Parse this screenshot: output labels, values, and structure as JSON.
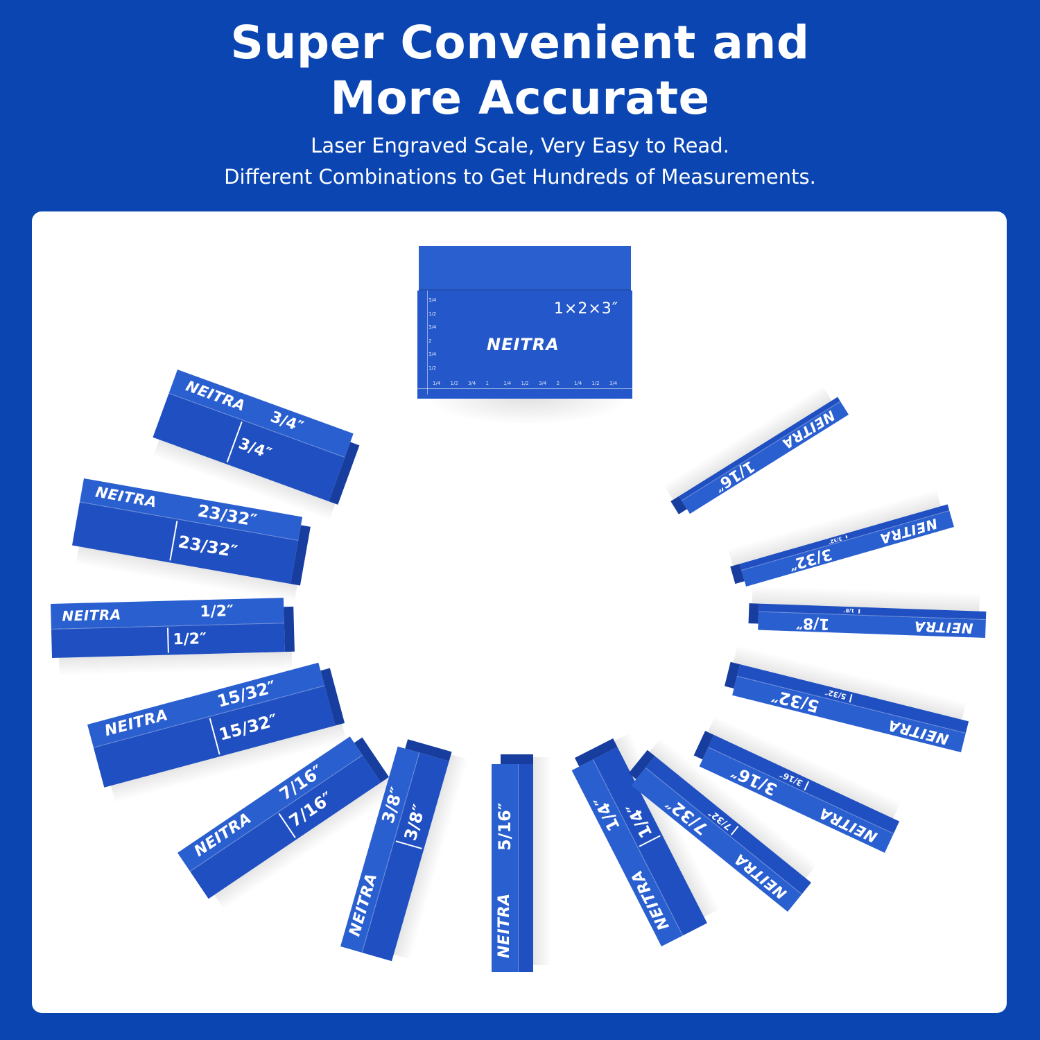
{
  "header": {
    "title_line1": "Super Convenient and",
    "title_line2": "More Accurate",
    "subtitle_line1": "Laser Engraved Scale, Very Easy to Read.",
    "subtitle_line2": "Different Combinations to Get Hundreds of Measurements."
  },
  "colors": {
    "background": "#0a45b2",
    "panel": "#ffffff",
    "block": "#2457c9"
  },
  "big_block": {
    "brand": "NEITRA",
    "dimensions": "1×2×3″",
    "ruler_v_labels": [
      "3/4",
      "1/2",
      "3/4",
      "2",
      "3/4",
      "1/2"
    ],
    "ruler_h_labels": [
      "1/4",
      "1/2",
      "3/4",
      "1",
      "1/4",
      "1/2",
      "3/4",
      "2",
      "1/4",
      "1/2",
      "3/4"
    ]
  },
  "blocks": [
    {
      "id": "b-3-4",
      "brand": "NEITRA",
      "size": "3/4″",
      "size_side": "3/4″"
    },
    {
      "id": "b-23-32",
      "brand": "NEITRA",
      "size": "23/32″",
      "size_side": "23/32″"
    },
    {
      "id": "b-1-2",
      "brand": "NEITRA",
      "size": "1/2″",
      "size_side": "1/2″"
    },
    {
      "id": "b-15-32",
      "brand": "NEITRA",
      "size": "15/32″",
      "size_side": "15/32″"
    },
    {
      "id": "b-7-16",
      "brand": "NEITRA",
      "size": "7/16″",
      "size_side": "7/16″"
    },
    {
      "id": "b-3-8",
      "brand": "NEITRA",
      "size": "3/8″",
      "size_side": "3/8″"
    },
    {
      "id": "b-5-16",
      "brand": "NEITRA",
      "size": "5/16″",
      "size_side": ""
    },
    {
      "id": "b-1-4",
      "brand": "NEITRA",
      "size": "1/4″",
      "size_side": "1/4″"
    },
    {
      "id": "b-7-32",
      "brand": "NEITRA",
      "size": "7/32″",
      "size_side": "7/32″"
    },
    {
      "id": "b-3-16",
      "brand": "NEITRA",
      "size": "3/16″",
      "size_side": "3/16″"
    },
    {
      "id": "b-5-32",
      "brand": "NEITRA",
      "size": "5/32″",
      "size_side": "5/32″"
    },
    {
      "id": "b-1-8",
      "brand": "NEITRA",
      "size": "1/8″",
      "size_side": "1/8″"
    },
    {
      "id": "b-3-32",
      "brand": "NEITRA",
      "size": "3/32″",
      "size_side": "3/32″"
    },
    {
      "id": "b-1-16",
      "brand": "NEITRA",
      "size": "1/16″",
      "size_side": ""
    }
  ]
}
